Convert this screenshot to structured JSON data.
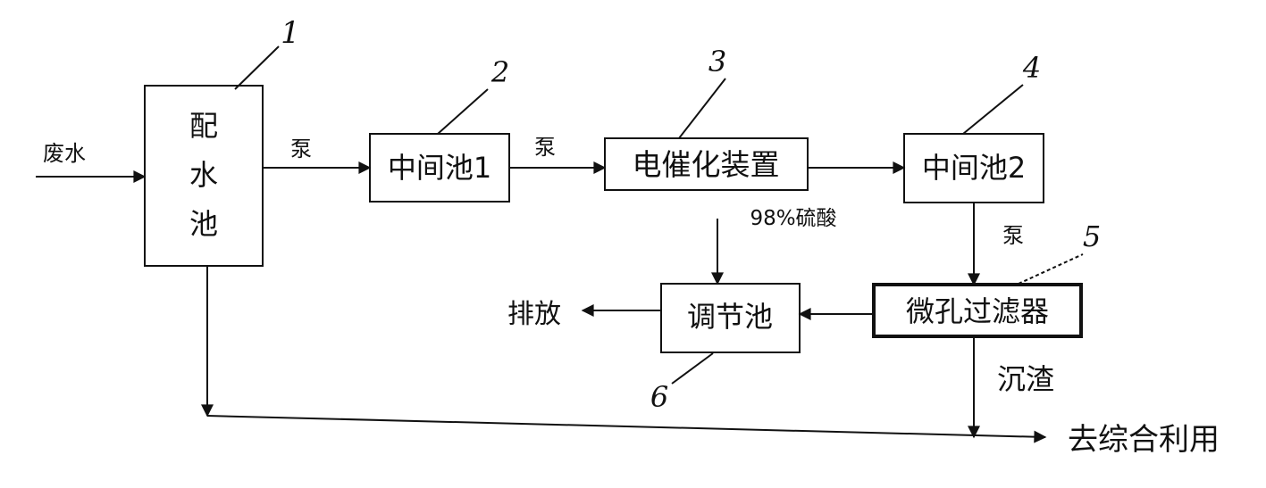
{
  "colors": {
    "ink": "#111111",
    "background": "#ffffff"
  },
  "nodes": {
    "mixing_tank": {
      "chars": [
        "配",
        "水",
        "池"
      ],
      "number": "1"
    },
    "intermediate_tank_1": {
      "label": "中间池1",
      "number": "2"
    },
    "electrocatalysis_unit": {
      "label": "电催化装置",
      "number": "3"
    },
    "intermediate_tank_2": {
      "label": "中间池2",
      "number": "4"
    },
    "microporous_filter": {
      "label": "微孔过滤器",
      "number": "5"
    },
    "regulating_tank": {
      "label": "调节池",
      "number": "6"
    }
  },
  "labels": {
    "wastewater": "废水",
    "pump_1": "泵",
    "pump_2": "泵",
    "pump_3": "泵",
    "sulfuric_acid": "98%硫酸",
    "discharge": "排放",
    "sludge": "沉渣",
    "reuse": "去综合利用"
  }
}
